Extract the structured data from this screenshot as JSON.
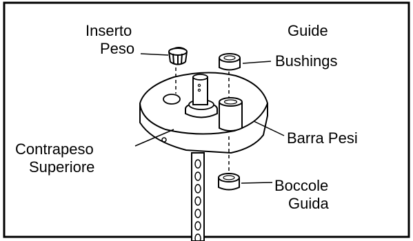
{
  "labels": {
    "inserto_line1": "Inserto",
    "inserto_line2": "Peso",
    "guide_line1": "Guide",
    "guide_line2": "Bushings",
    "contrapeso_line1": "Contrapeso",
    "contrapeso_line2": "Superiore",
    "barra": "Barra Pesi",
    "boccole_line1": "Boccole",
    "boccole_line2": "Guida"
  }
}
